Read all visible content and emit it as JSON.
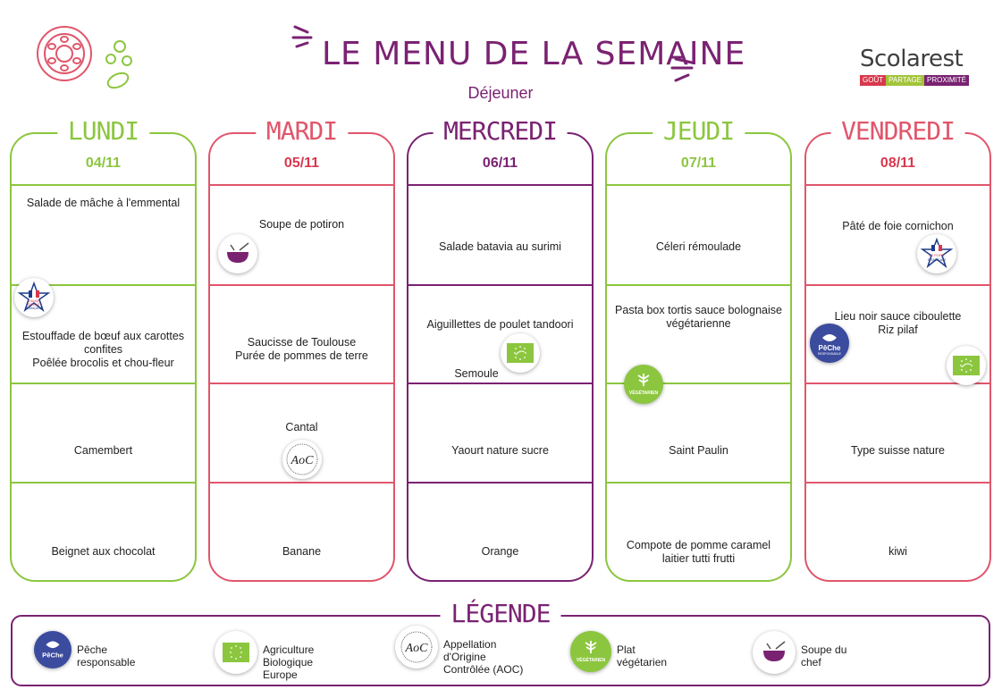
{
  "header": {
    "title": "LE MENU DE LA SEMAINE",
    "subtitle": "Déjeuner"
  },
  "logo": {
    "name": "Scolarest",
    "tagline": [
      "GOÛT",
      "PARTAGE",
      "PROXIMITÉ"
    ]
  },
  "colors": {
    "green": "#8cc63f",
    "pink": "#d8384e",
    "purple": "#7a2272"
  },
  "days": [
    {
      "name": "LUNDI",
      "date": "04/11",
      "dishes": [
        "Salade de mâche à l'emmental",
        "Estouffade de bœuf aux carottes confites\nPoêlée brocolis et chou-fleur",
        "Camembert",
        "Beignet aux chocolat"
      ]
    },
    {
      "name": "MARDI",
      "date": "05/11",
      "dishes": [
        "Soupe de potiron",
        "Saucisse de Toulouse\nPurée de pommes de terre",
        "Cantal",
        "Banane"
      ]
    },
    {
      "name": "MERCREDI",
      "date": "06/11",
      "dishes": [
        "Salade batavia au surimi",
        "Aiguillettes de poulet tandoori",
        "Semoule",
        "Yaourt nature sucre",
        "Orange"
      ]
    },
    {
      "name": "JEUDI",
      "date": "07/11",
      "dishes": [
        "Céleri rémoulade",
        "Pasta box tortis sauce bolognaise végétarienne",
        "Saint Paulin",
        "Compote de pomme caramel\nlaitier tutti frutti"
      ]
    },
    {
      "name": "VENDREDI",
      "date": "08/11",
      "dishes": [
        "Pâté de foie cornichon",
        "Lieu noir sauce ciboulette\nRiz pilaf",
        "Type suisse nature",
        "kiwi"
      ]
    }
  ],
  "badges": {
    "boeuf": [
      "VIANDE",
      "BOVINE",
      "FRANÇAISE"
    ],
    "porc": [
      "LE PORC",
      "FRANÇAIS"
    ],
    "peche": [
      "PêChe",
      "RESPONSABLE"
    ],
    "vegetarien": "VÉGÉTARIEN"
  },
  "legend": {
    "title": "LÉGENDE",
    "items": [
      {
        "icon": "peche-responsable-icon",
        "label": "Pêche\nresponsable"
      },
      {
        "icon": "bio-europe-icon",
        "label": "Agriculture\nBiologique\nEurope"
      },
      {
        "icon": "aoc-icon",
        "label": "Appellation\nd'Origine\nContrôlée (AOC)"
      },
      {
        "icon": "vegetarien-icon",
        "label": "Plat\nvégétarien"
      },
      {
        "icon": "soupe-chef-icon",
        "label": "Soupe du\nchef"
      }
    ]
  }
}
